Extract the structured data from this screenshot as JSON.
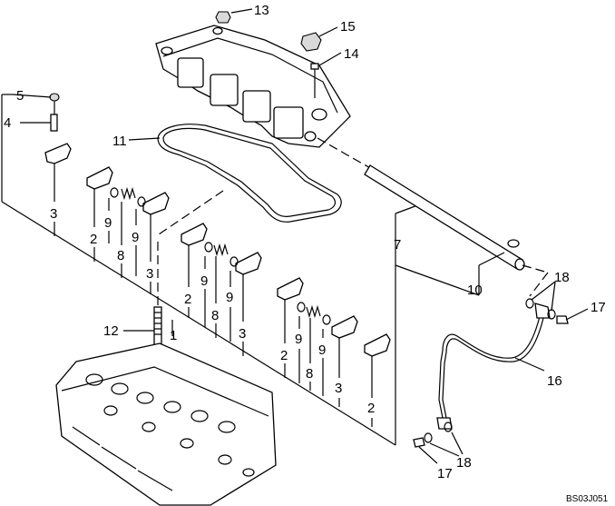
{
  "diagram": {
    "reference_code": "BS03J051",
    "callouts": {
      "c1": "1",
      "c2a": "2",
      "c2b": "2",
      "c2c": "2",
      "c2d": "2",
      "c3a": "3",
      "c3b": "3",
      "c3c": "3",
      "c3d": "3",
      "c4": "4",
      "c5": "5",
      "c7": "7",
      "c8a": "8",
      "c8b": "8",
      "c8c": "8",
      "c9a": "9",
      "c9b": "9",
      "c9c": "9",
      "c9d": "9",
      "c9e": "9",
      "c9f": "9",
      "c10": "10",
      "c11": "11",
      "c12": "12",
      "c13": "13",
      "c14": "14",
      "c15": "15",
      "c16": "16",
      "c17a": "17",
      "c17b": "17",
      "c18a": "18",
      "c18b": "18"
    }
  }
}
